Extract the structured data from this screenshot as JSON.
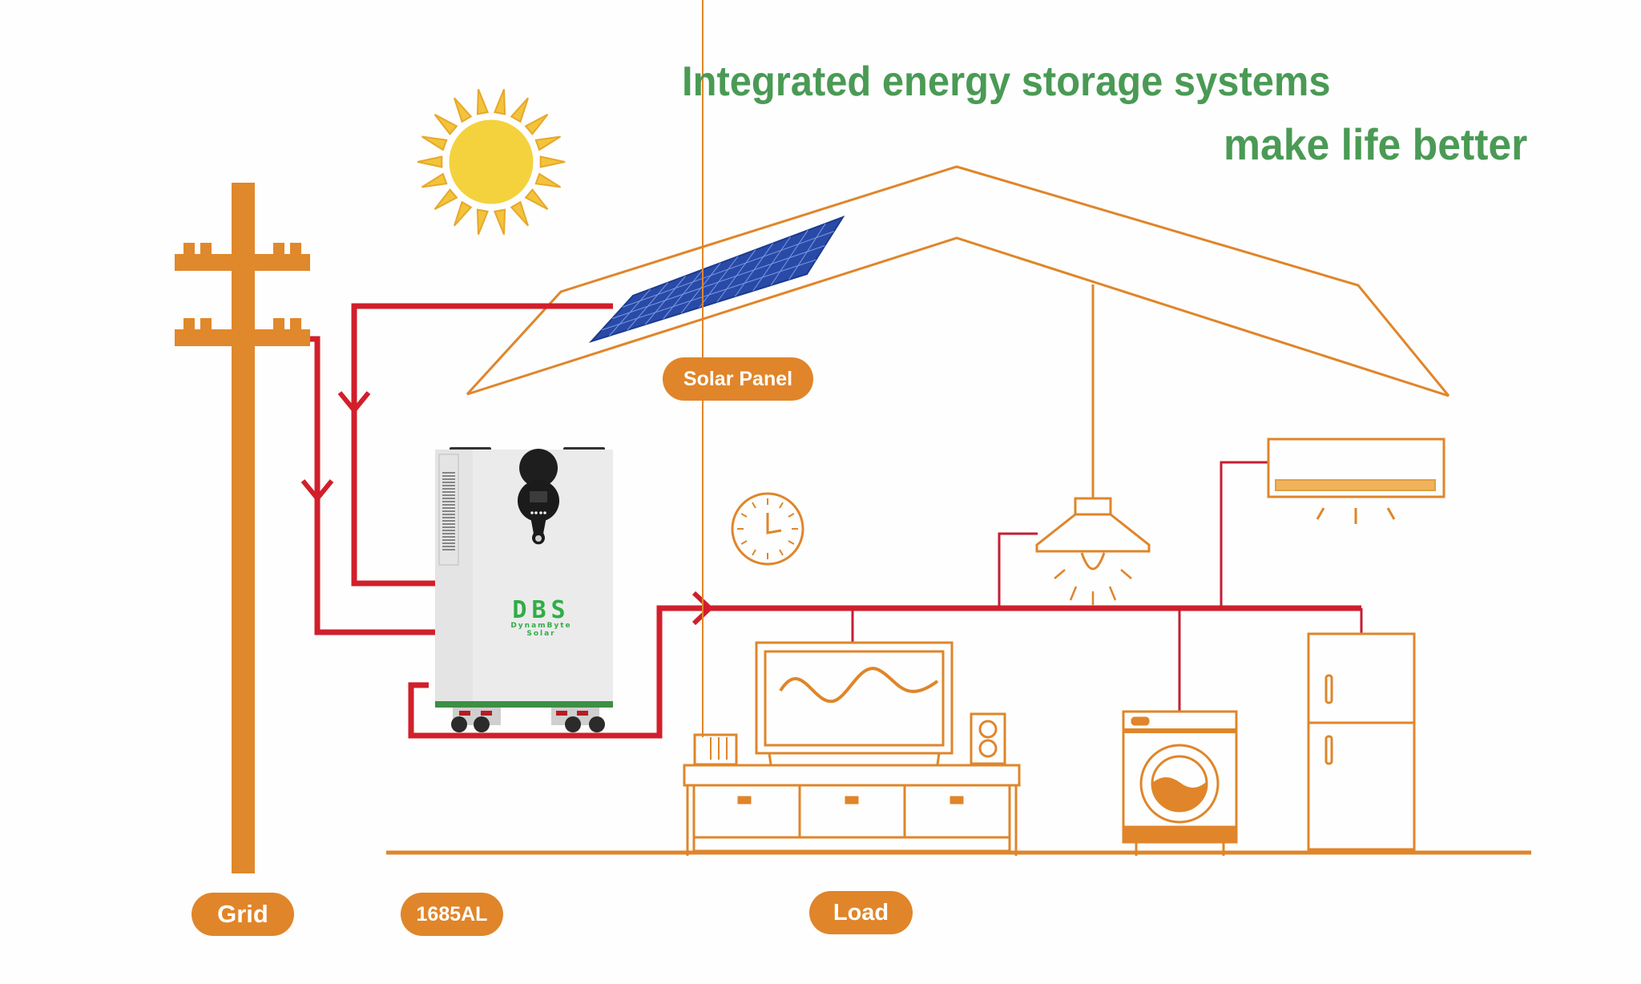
{
  "headline": {
    "line1": "Integrated energy storage systems",
    "line2": "make life better"
  },
  "labels": {
    "solar_panel": "Solar Panel",
    "grid": "Grid",
    "inverter_model": "1685AL",
    "load": "Load"
  },
  "inverter": {
    "brand_logo": "DBS",
    "brand_name": "DynamByte Solar"
  },
  "colors": {
    "headline_green": "#4a9a55",
    "line_orange": "#e0852a",
    "wire_red": "#d11f2b",
    "panel_blue": "#2a4aa8",
    "sun_yellow": "#f3cf3c",
    "brand_green": "#2fae46"
  },
  "diagram": {
    "flow": [
      {
        "from": "Grid",
        "to": "1685AL",
        "direction": "down"
      },
      {
        "from": "Solar Panel",
        "to": "1685AL",
        "direction": "down"
      },
      {
        "from": "1685AL",
        "to": "Load",
        "direction": "right"
      }
    ],
    "appliances": [
      "Air Conditioner",
      "Ceiling Lamp",
      "TV",
      "Washing Machine",
      "Refrigerator"
    ],
    "decor": [
      "Sun",
      "Wall Clock",
      "Speaker",
      "TV Cabinet",
      "House Roof"
    ]
  }
}
